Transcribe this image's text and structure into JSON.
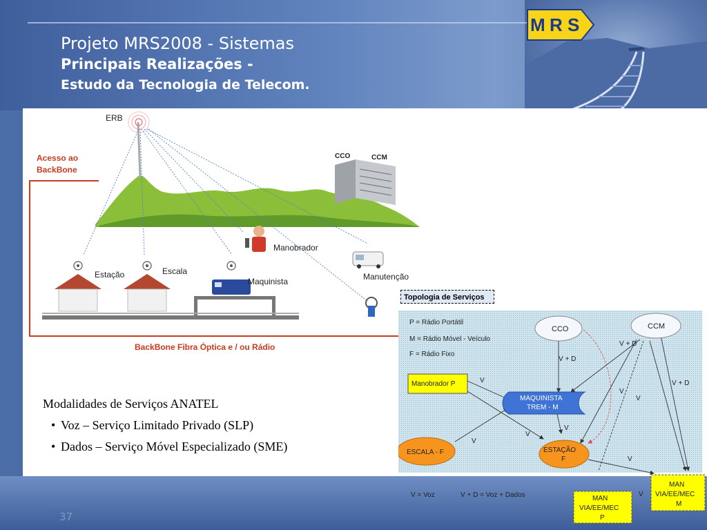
{
  "header": {
    "title_line1": "Projeto MRS2008 - Sistemas",
    "title_line2": "Principais Realizações -",
    "title_line3": "Estudo da Tecnologia de Telecom."
  },
  "logo": {
    "letters": [
      "M",
      "R",
      "S"
    ],
    "brand_color": "#f7d417",
    "letter_color": "#1c3a8a"
  },
  "network_diagram": {
    "erb_label": "ERB",
    "access_label_line1": "Acesso ao",
    "access_label_line2": "BackBone",
    "cco_label": "CCO",
    "ccm_label": "CCM",
    "manobrador_label": "Manobrador",
    "estacao_label": "Estação",
    "escala_label": "Escala",
    "maquinista_label": "Maquinista",
    "manutencao_label": "Manutenção",
    "backbone_label": "BackBone Fibra Óptica e / ou Rádio"
  },
  "topology": {
    "title": "Topologia de Serviços",
    "legend": [
      "P = Rádio Portátil",
      "M = Rádio Móvel - Veículo",
      "F = Rádio Fixo"
    ],
    "nodes": {
      "cco": "CCO",
      "ccm": "CCM",
      "manobrador": "Manobrador P",
      "maquinista_line1": "MAQUINISTA",
      "maquinista_line2": "TREM - M",
      "escala": "ESCALA - F",
      "estacao_line1": "ESTAÇÃO",
      "estacao_line2": "F",
      "man_m_line1": "MAN",
      "man_m_line2": "VIA/EE/MEC",
      "man_m_line3": "M",
      "man_p_line1": "MAN",
      "man_p_line2": "VIA/EE/MEC",
      "man_p_line3": "P"
    },
    "edge_labels": {
      "vd": "V + D",
      "v": "V"
    },
    "footer_voz": "V = Voz",
    "footer_dados": "V + D = Voz + Dados"
  },
  "body_text": {
    "heading": "Modalidades de Serviços ANATEL",
    "bullets": [
      "Voz – Serviço Limitado Privado (SLP)",
      "Dados – Serviço Móvel Especializado (SME)"
    ]
  },
  "slide_number": "37"
}
